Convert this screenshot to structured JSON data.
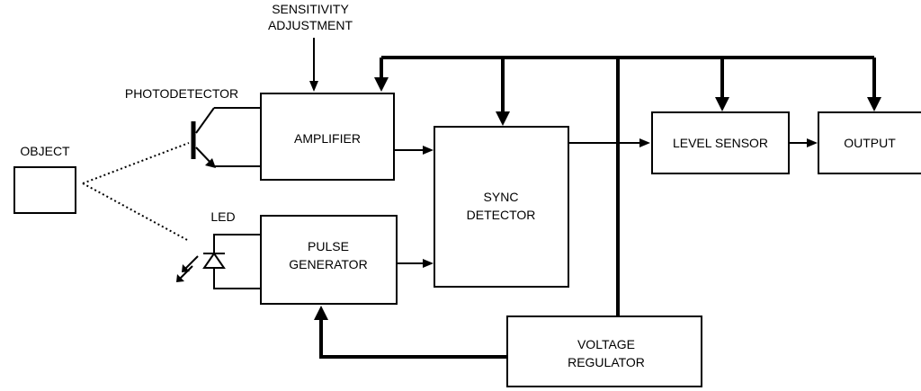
{
  "blocks": {
    "object": "OBJECT",
    "amplifier": "AMPLIFIER",
    "pulse_generator": [
      "PULSE",
      "GENERATOR"
    ],
    "sync_detector": [
      "SYNC",
      "DETECTOR"
    ],
    "level_sensor": "LEVEL SENSOR",
    "output": "OUTPUT",
    "voltage_regulator": [
      "VOLTAGE",
      "REGULATOR"
    ]
  },
  "labels": {
    "sensitivity": [
      "SENSITIVITY",
      "ADJUSTMENT"
    ],
    "photodetector": "PHOTODETECTOR",
    "led": "LED"
  },
  "icons": {
    "photodetector": "phototransistor-icon",
    "led": "led-diode-icon"
  }
}
